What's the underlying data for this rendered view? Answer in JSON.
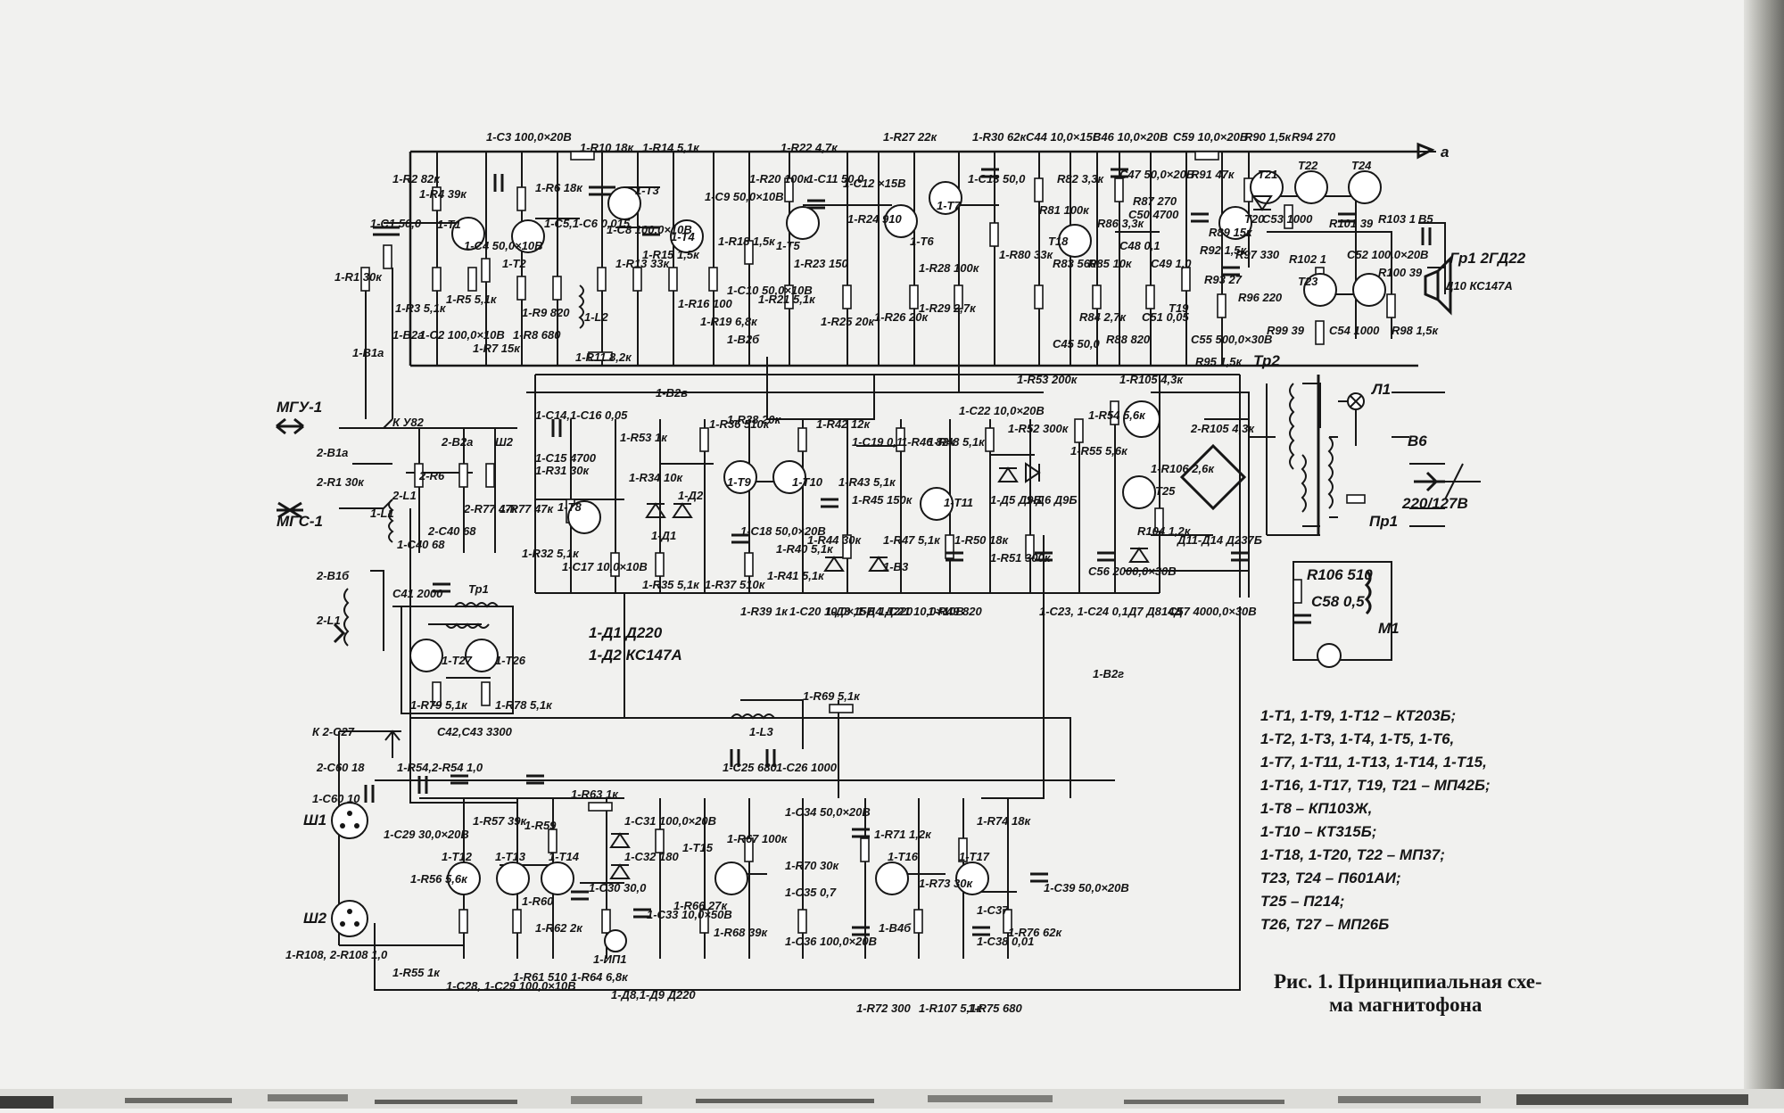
{
  "schematic": {
    "supply_terminal": "a",
    "top_labels": [
      "1-C3 100,0×20В",
      "1-R10 18к",
      "1-R14 5,1к",
      "1-R22 4,7к",
      "1-R27 22к",
      "1-R30 62к",
      "C44 10,0×15В",
      "C46 10,0×20В",
      "C59 10,0×20В",
      "R90 1,5к",
      "R94 270"
    ],
    "connectors": [
      {
        "id": "mgu",
        "label": "МГУ-1"
      },
      {
        "id": "mgs",
        "label": "МГС-1"
      },
      {
        "id": "sh1",
        "label": "Ш1"
      },
      {
        "id": "sh2",
        "label": "Ш2"
      },
      {
        "id": "mains",
        "label": "220/127В"
      }
    ],
    "stage1_labels": [
      "1-R2 82к",
      "1-C1 50,0",
      "1-R1 30к",
      "1-R4 39к",
      "1-T1",
      "1-T2",
      "1-R6 18к",
      "1-C5,1-C6 0,015",
      "1-T3",
      "1-C8 100,0×10В",
      "1-R3 5,1к",
      "1-C2 100,0×10В",
      "1-R5 5,1к",
      "1-R7 15к",
      "1-R9 820",
      "1-R8 680",
      "1-L2",
      "1-R11 8,2к",
      "1-R13 33к",
      "1-R15 1,5к",
      "1-T4",
      "1-R16 100",
      "1-C9 50,0×10В",
      "1-R18 1,5к",
      "1-R19 6,8к",
      "1-C10 50,0×10В",
      "1-B2б",
      "1-C4 50,0×10В"
    ],
    "stage2_labels": [
      "1-R20 100к",
      "1-C11 50,0",
      "1-C12 ×15В",
      "1-T5",
      "1-R21 5,1к",
      "1-R23 150",
      "1-R25 20к",
      "1-R24 910",
      "1-T6",
      "1-T7",
      "1-R26 20к",
      "1-R28 100к",
      "1-R29 2,7к",
      "1-C13 50,0",
      "1-R80 33к",
      "R81 100к",
      "R82 3,3к",
      "T18",
      "R83 560",
      "C45 50,0",
      "R85 10к",
      "R84 2,7к",
      "R86 3,3к",
      "C47 50,0×20В",
      "C48 0,1",
      "C50 4700",
      "R87 270",
      "R88 820",
      "C49 1,0",
      "C51 0,05",
      "T19",
      "R89 15к",
      "R91 47к",
      "R92 1,5к",
      "R93 27",
      "R95 1,5к",
      "R97 330",
      "R96 220",
      "C53 1000",
      "T20",
      "T21",
      "T22",
      "T23",
      "T24",
      "R100 39",
      "R101 39",
      "R102 1",
      "R103 1",
      "R98 1,5к",
      "R99 39",
      "C54 1000",
      "C52 100,0×20В",
      "C55 500,0×30В",
      "B5",
      "Гр1 2ГД22",
      "Д10 КС147А"
    ],
    "middle_labels": [
      "1-C14,1-C16 0,05",
      "1-C15 4700",
      "1-R31 30к",
      "1-R53 1к",
      "1-R34 10к",
      "1-T8",
      "1-R32 5,1к",
      "1-C17 10,0×10В",
      "1-Д1",
      "1-Д2",
      "1-R35 5,1к",
      "1-R36 510к",
      "1-T9",
      "1-R38 20к",
      "1-T10",
      "1-C18 50,0×20В",
      "1-R37 510к",
      "1-R39 1к",
      "1-R40 5,1к",
      "1-R41 5,1к",
      "1-R44 30к",
      "1-R42 12к",
      "1-C19 0,1",
      "1-R43 5,1к",
      "1-R45 150к",
      "1-R46 82к",
      "1-R47 5,1к",
      "1-R48 5,1к",
      "1-T11",
      "1-R50 18к",
      "1-C22 10,0×20В",
      "1-R52 300к",
      "1-Д5 Д9Б",
      "1-Д6 Д9Б",
      "1-R51 300к",
      "1-Д3 ,1-Д4 Д220",
      "1-C20 10,0×15В",
      "1-C21 10,0×10В",
      "1-R49 820",
      "1-B3",
      "1-C23, 1-C24 0,1",
      "1-R53 200к",
      "1-B2в",
      "1-B2г",
      "1-R55 5,6к",
      "1-R54 5,6к",
      "1-R105 4,3к",
      "2-R105 4,3к",
      "C56 2000,0×30В",
      "T25",
      "R104 1,2к",
      "Д7 Д814Д",
      "C57 4000,0×30В",
      "Д11-Д14 Д237Б",
      "1-R106 2,6к",
      "1-Д1 Д220",
      "1-Д2 КС147А"
    ],
    "left_labels": [
      "1-B1а",
      "1-B2а",
      "2-B1а",
      "2-R1 30к",
      "К У82",
      "2-B2а",
      "2-R6",
      "2-L1",
      "2-C40 68",
      "2-R77 47к",
      "1-R77 47к",
      "Ш2",
      "1-L1",
      "1-C40 68",
      "2-B1б",
      "C41 2000",
      "Тр1",
      "2-L1",
      "1-T27",
      "1-T26",
      "1-R79 5,1к",
      "1-R78 5,1к",
      "C42,C43 3300"
    ],
    "lower_labels": [
      "К 2-C27",
      "2-C60 18",
      "1-R54,2-R54 1,0",
      "1-C60 10",
      "1-C29 30,0×20В",
      "1-R56 5,6к",
      "1-R57 39к",
      "1-T12",
      "1-T13",
      "1-R59",
      "1-T14",
      "1-R63 1к",
      "1-C31 100,0×20В",
      "1-C32 180",
      "1-R60",
      "1-R62 2к",
      "1-C30 30,0",
      "1-C33 10,0×50В",
      "1-ИП1",
      "1-R55 1к",
      "1-R108, 2-R108 1,0",
      "1-C28, 1-C29 100,0×10В",
      "1-R61 510",
      "1-R64 6,8к",
      "1-Д8,1-Д9 Д220",
      "1-L3",
      "1-R69 5,1к",
      "1-C25 680",
      "1-C26 1000",
      "1-T15",
      "1-R67 100к",
      "1-R66 27к",
      "1-R68 39к",
      "1-C34 50,0×20В",
      "1-R70 30к",
      "1-C35 0,7",
      "1-C36 100,0×20В",
      "1-R71 1,2к",
      "1-T16",
      "1-R73 30к",
      "1-R74 18к",
      "1-T17",
      "1-C37",
      "1-C38 0,01",
      "1-R76 62к",
      "1-C39 50,0×20В",
      "1-R72 300",
      "1-R107 5,1к",
      "1-R75 680",
      "1-B4б"
    ],
    "power_labels": [
      "Тр2",
      "Л1",
      "В6",
      "Пр1",
      "R106 510",
      "C58 0,5",
      "M1"
    ]
  },
  "transistor_list": [
    "1-T1, 1-T9, 1-T12 – КТ203Б;",
    "1-T2, 1-T3, 1-T4, 1-T5, 1-T6,",
    "1-T7, 1-T11, 1-T13, 1-T14, 1-T15,",
    "1-T16, 1-T17, T19, T21 – МП42Б;",
    "1-T8 – КП103Ж,",
    "1-T10 – КТ315Б;",
    "1-T18, 1-T20, T22 – МП37;",
    "T23, T24 – П601АИ;",
    "T25 – П214;",
    "T26, T27 – МП26Б"
  ],
  "caption": {
    "line1": "Рис. 1. Принципиальная схе-",
    "line2": "ма магнитофона"
  }
}
